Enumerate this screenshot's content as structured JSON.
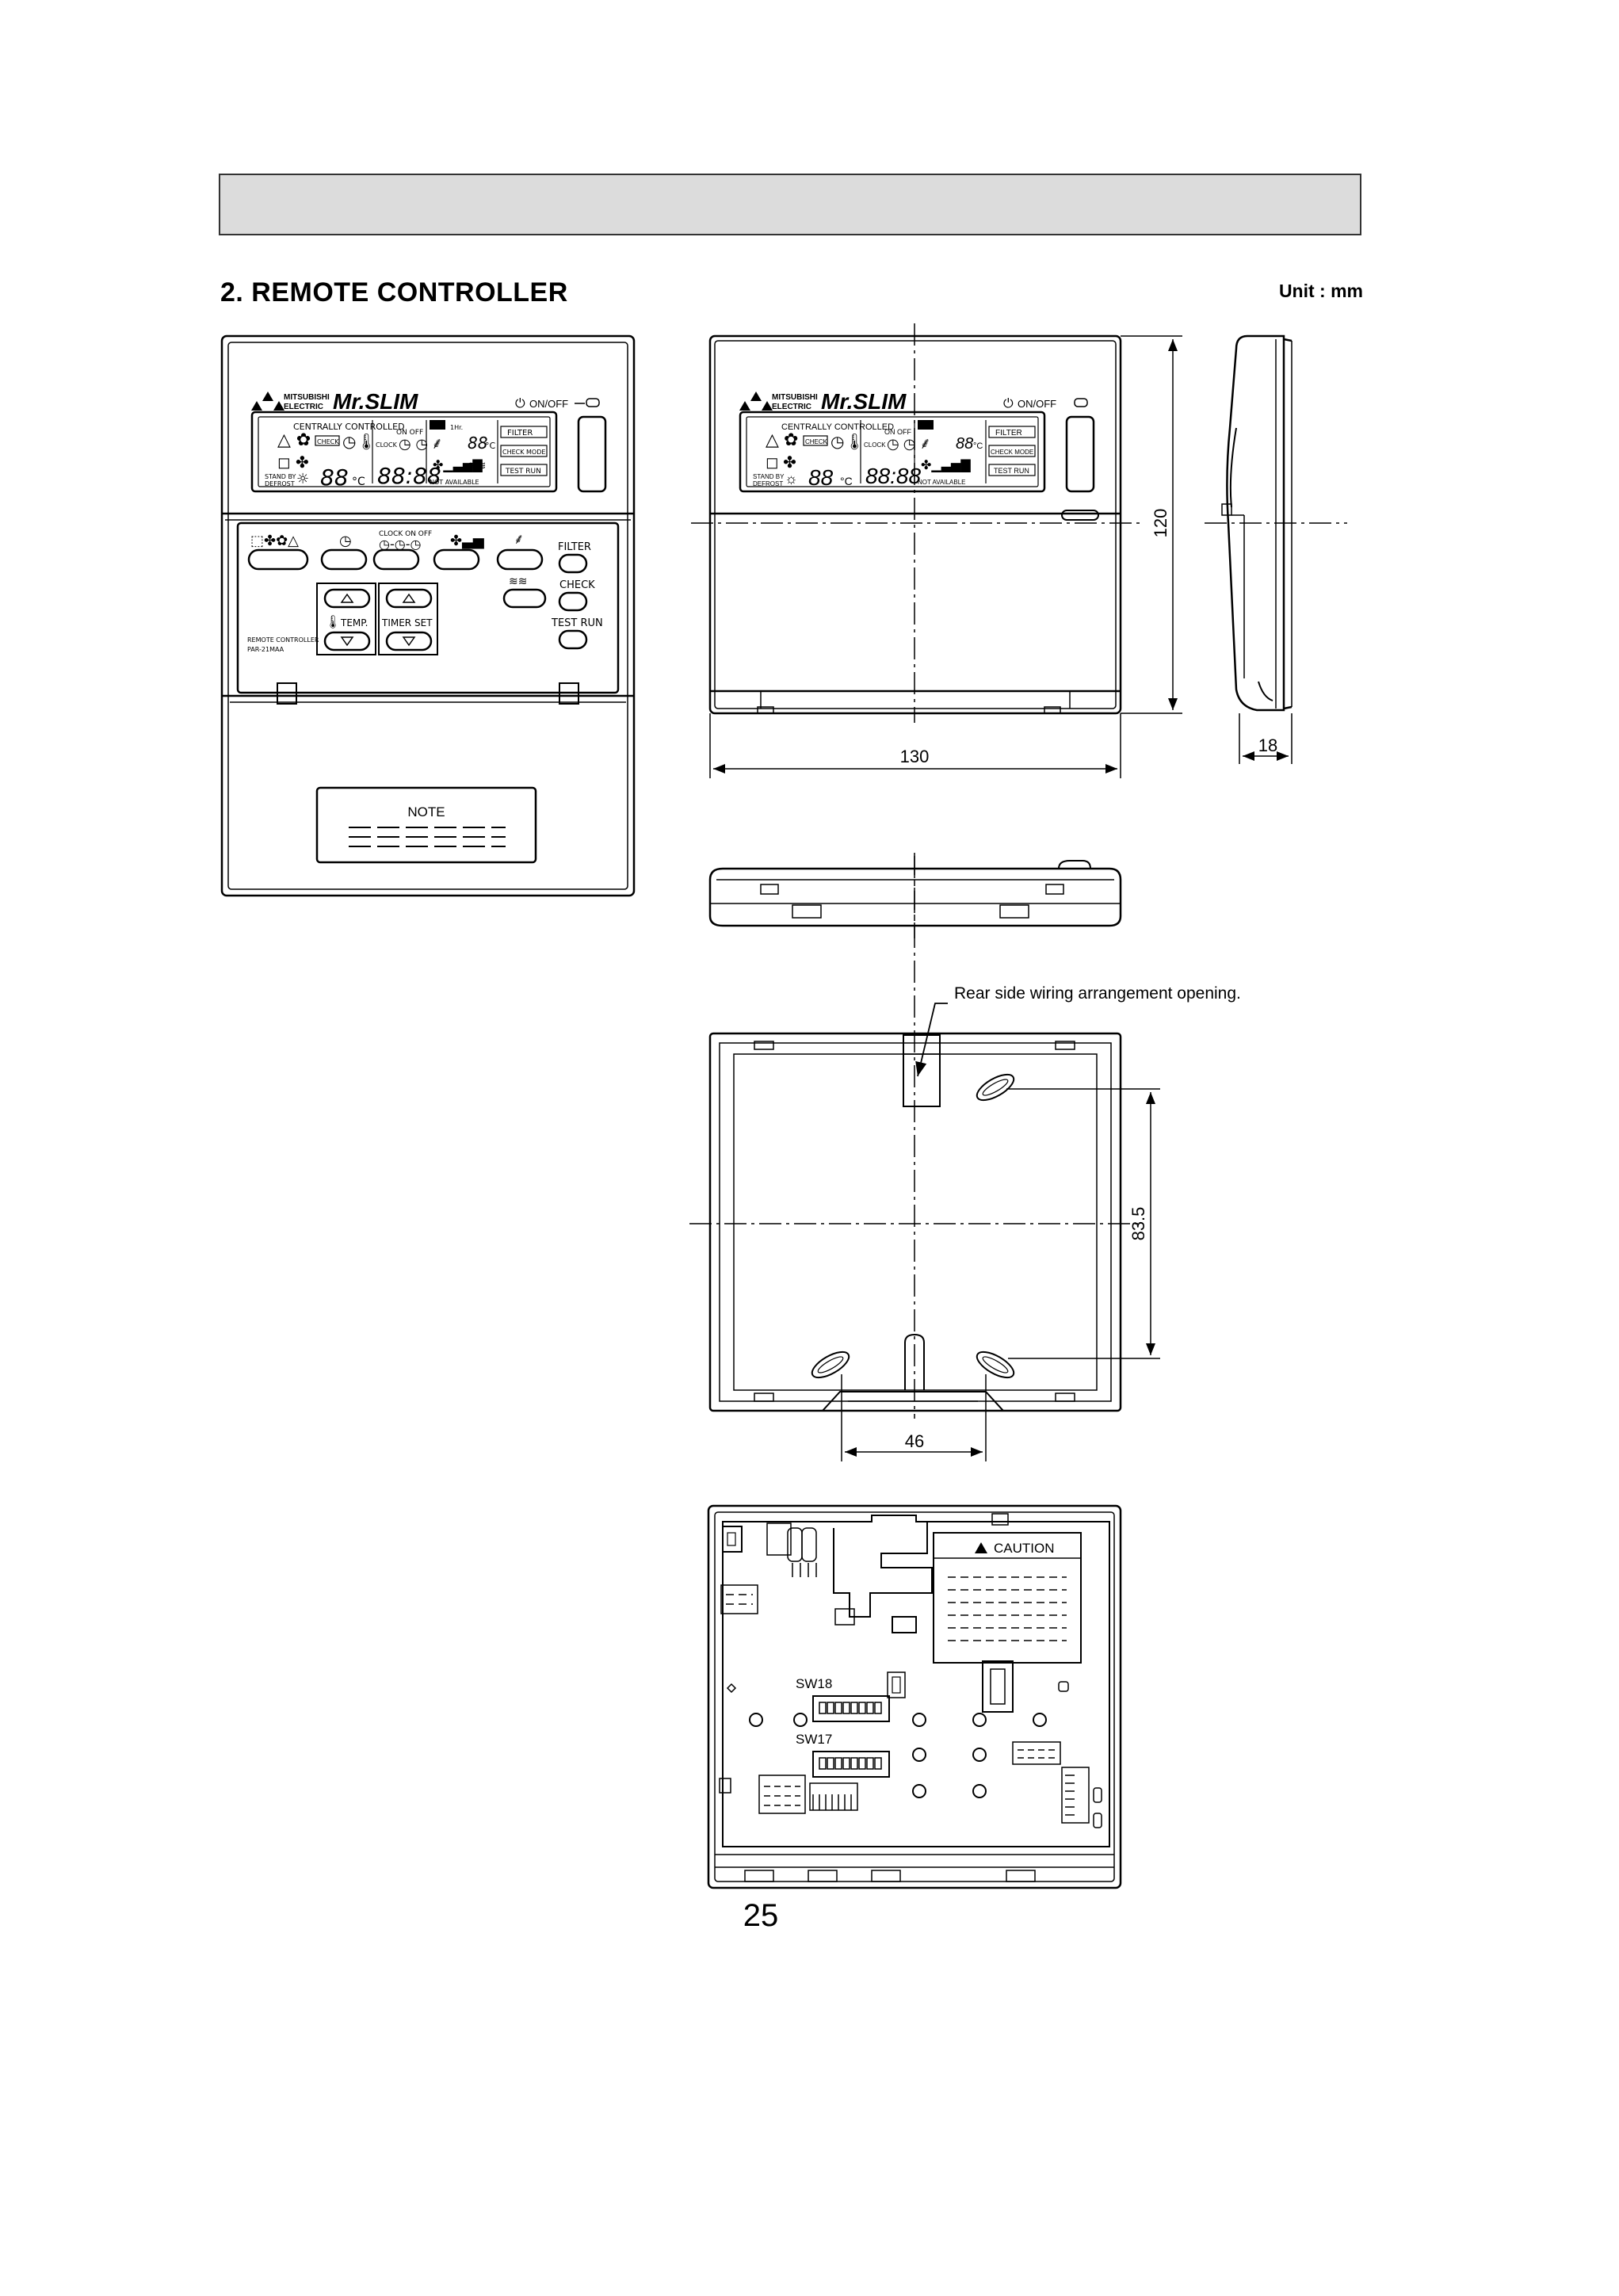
{
  "document": {
    "section_title": "2. REMOTE CONTROLLER",
    "unit_label": "Unit : mm",
    "page_number": "25"
  },
  "front_view": {
    "brand_top": "MITSUBISHI",
    "brand_bottom": "ELECTRIC",
    "product_logo": "Mr.SLIM",
    "on_off_label": "ON/OFF",
    "centrally_controlled": "CENTRALLY CONTROLLED",
    "check_tag": "CHECK",
    "clock_tag": "CLOCK",
    "on_off_small": "ON  OFF",
    "hr_label": "1Hr.",
    "digits_temp": "88",
    "deg_c": "°C",
    "digits_time": "88:88",
    "stand_by": "STAND BY",
    "defrost": "DEFROST",
    "not_available": "NOT AVAILABLE",
    "lcd_filter": "FILTER",
    "lcd_check_mode": "CHECK MODE",
    "lcd_test_run": "TEST RUN",
    "key_clock_on_off": "CLOCK  ON    OFF",
    "key_filter": "FILTER",
    "key_check": "CHECK",
    "key_test_run": "TEST RUN",
    "key_temp": "TEMP.",
    "key_timer_set": "TIMER SET",
    "model_line1": "REMOTE CONTROLLER",
    "model_line2": "PAR-21MAA",
    "note_label": "NOTE"
  },
  "dimensions": {
    "height": "120",
    "width": "130",
    "depth": "18",
    "screw_vertical": "83.5",
    "screw_horizontal": "46"
  },
  "rear_view": {
    "callout": "Rear side wiring arrangement opening."
  },
  "pcb_view": {
    "caution_label": "CAUTION",
    "sw18": "SW18",
    "sw17": "SW17"
  }
}
